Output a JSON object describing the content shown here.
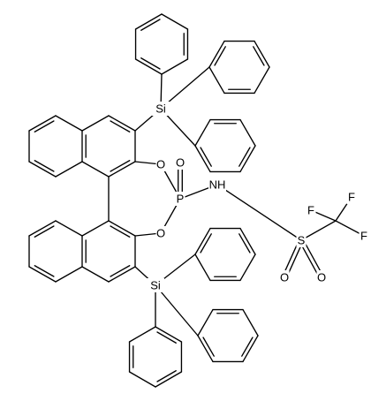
{
  "structure": {
    "atom_labels": {
      "si_upper": "Si",
      "si_lower": "Si",
      "o_upper": "O",
      "o_lower": "O",
      "p": "P",
      "o_phosphoryl": "O",
      "nh": "NH",
      "s": "S",
      "o_sulfonyl_1": "O",
      "o_sulfonyl_2": "O",
      "f_1": "F",
      "f_2": "F",
      "f_3": "F"
    }
  }
}
